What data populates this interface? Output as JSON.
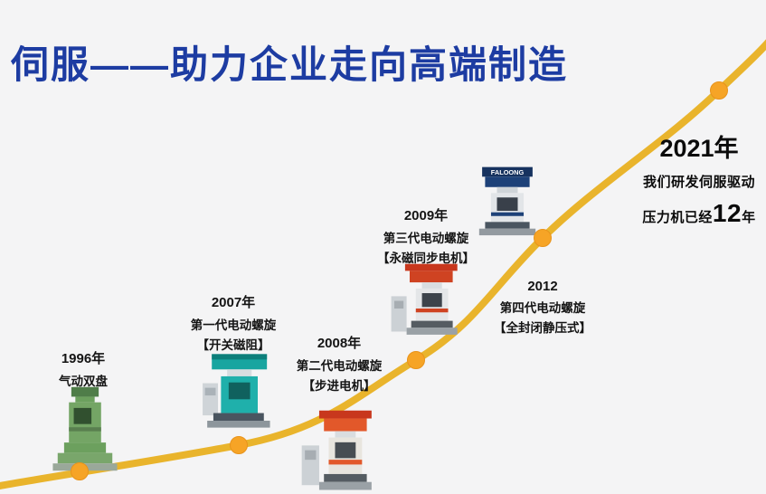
{
  "title": "伺服——助力企业走向高端制造",
  "colors": {
    "title_blue": "#1d3ca2",
    "curve_gold": "#e9b42c",
    "dot_orange": "#f6a426",
    "background": "#f4f4f5"
  },
  "milestones": [
    {
      "year": "1996年",
      "line1": "气动双盘",
      "line2": ""
    },
    {
      "year": "2007年",
      "line1": "第一代电动螺旋",
      "line2": "【开关磁阻】"
    },
    {
      "year": "2008年",
      "line1": "第二代电动螺旋",
      "line2": "【步进电机】"
    },
    {
      "year": "2009年",
      "line1": "第三代电动螺旋",
      "line2": "【永磁同步电机】"
    },
    {
      "year": "2012",
      "line1": "第四代电动螺旋",
      "line2": "【全封闭静压式】"
    }
  ],
  "highlight": {
    "year": "2021年",
    "line1": "我们研发伺服驱动",
    "line2_prefix": "压力机已经",
    "line2_number": "12",
    "line2_suffix": "年"
  },
  "machines": {
    "brand": "FALOONG"
  }
}
